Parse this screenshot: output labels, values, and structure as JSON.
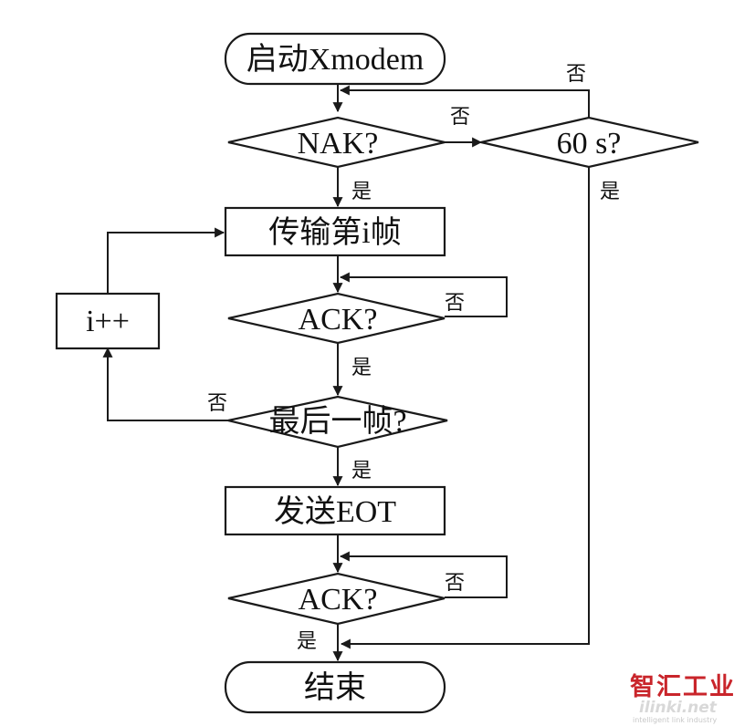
{
  "diagram": {
    "nodes": {
      "start": "启动Xmodem",
      "nak": "NAK?",
      "timeout": "60 s?",
      "transmit": "传输第i帧",
      "increment": "i++",
      "ack1": "ACK?",
      "last_frame": "最后一帧?",
      "send_eot": "发送EOT",
      "ack2": "ACK?",
      "end": "结束"
    },
    "edge_labels": {
      "yes": "是",
      "no": "否"
    }
  },
  "watermark": {
    "brand": "智汇工业",
    "url": "ilinki.net",
    "tagline": "intelligent link industry"
  },
  "colors": {
    "line": "#1a1a1a",
    "watermark_red": "#c9252b"
  }
}
